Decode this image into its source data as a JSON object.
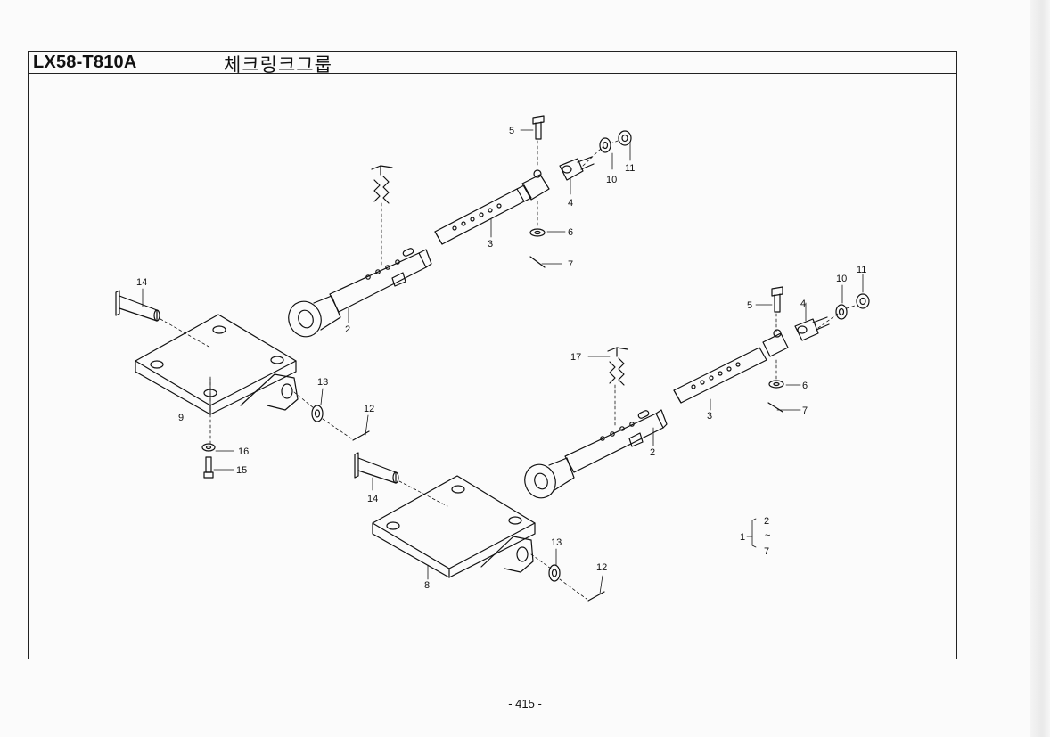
{
  "header": {
    "model": "LX58-T810A",
    "title": "체크링크그룹"
  },
  "callouts": {
    "c1": "1",
    "c2a": "2",
    "c2b": "2",
    "c3a": "3",
    "c3b": "3",
    "c4a": "4",
    "c4b": "4",
    "c5a": "5",
    "c5b": "5",
    "c6a": "6",
    "c6b": "6",
    "c7a": "7",
    "c7b": "7",
    "c8": "8",
    "c9": "9",
    "c10a": "10",
    "c10b": "10",
    "c11a": "11",
    "c11b": "11",
    "c12a": "12",
    "c12b": "12",
    "c13a": "13",
    "c13b": "13",
    "c14a": "14",
    "c14b": "14",
    "c15": "15",
    "c16": "16",
    "c17": "17",
    "range_from": "2",
    "range_sep": "~",
    "range_to": "7"
  },
  "footer": {
    "page_number": "- 415 -"
  }
}
